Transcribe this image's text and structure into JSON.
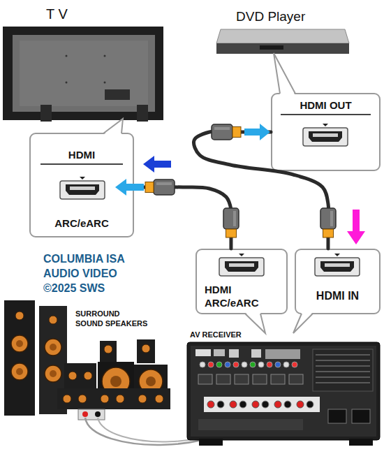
{
  "diagram": {
    "nodes": [
      {
        "text": [
          "HDMI OUT"
        ]
      },
      {
        "text": [
          "HDMI",
          "ARC/eARC"
        ]
      },
      {
        "text": [
          "HDMI ARC/eARC"
        ]
      },
      {
        "text": [
          "HDMI IN"
        ]
      }
    ],
    "edges": [
      {
        "from": 0,
        "to": 3,
        "arrow": "none"
      },
      {
        "from": 1,
        "to": 2,
        "arrow": "none"
      }
    ],
    "labels": [
      "T V",
      "DVD Player",
      "COLUMBIA ISA AUDIO VIDEO ©2025 SWS",
      "SURROUND SOUND SPEAKERS",
      "AV RECEIVER"
    ]
  }
}
